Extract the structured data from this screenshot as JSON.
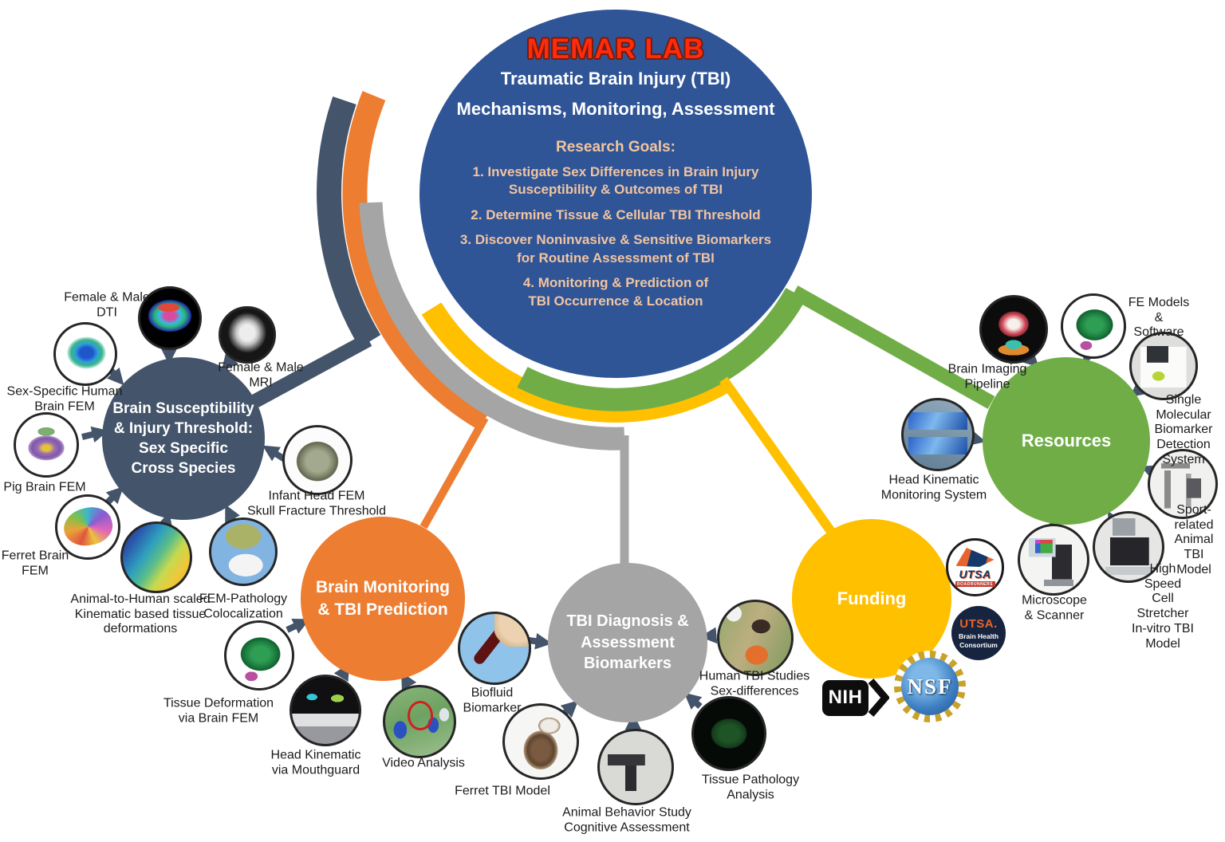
{
  "central": {
    "lab": "MEMAR LAB",
    "subtitle1": "Traumatic Brain Injury (TBI)",
    "subtitle2": "Mechanisms, Monitoring, Assessment",
    "goals_heading": "Research Goals:",
    "goal1": "1.   Investigate Sex Differences in Brain Injury\nSusceptibility &  Outcomes of TBI",
    "goal2": "2.   Determine Tissue & Cellular TBI Threshold",
    "goal3": "3.   Discover Noninvasive & Sensitive Biomarkers\nfor Routine Assessment of TBI",
    "goal4": "4.   Monitoring & Prediction of\nTBI Occurrence & Location"
  },
  "hubs": {
    "susceptibility": {
      "label": "Brain Susceptibility\n& Injury Threshold:\nSex Specific\nCross Species",
      "color": "#44546A"
    },
    "monitoring": {
      "label": "Brain Monitoring\n& TBI Prediction",
      "color": "#ED7D31"
    },
    "diagnosis": {
      "label": "TBI Diagnosis &\nAssessment\nBiomarkers",
      "color": "#A5A5A5"
    },
    "funding": {
      "label": "Funding",
      "color": "#FFC000"
    },
    "resources": {
      "label": "Resources",
      "color": "#70AD47"
    }
  },
  "satellites": {
    "dti": {
      "label": "Female & Male\nDTI",
      "icon": "dti-brain-scan-image"
    },
    "mri": {
      "label": "Female & Male\nMRI",
      "icon": "mri-brain-scan-image"
    },
    "human_fem": {
      "label": "Sex-Specific Human\nBrain FEM",
      "icon": "human-brain-fem-image"
    },
    "pig_fem": {
      "label": "Pig Brain FEM",
      "icon": "pig-brain-fem-image"
    },
    "ferret_fem": {
      "label": "Ferret Brain\nFEM",
      "icon": "ferret-brain-fem-image"
    },
    "kinematic": {
      "label": "Animal-to-Human scaled\nKinematic based tissue\ndeformations",
      "icon": "contour-plot-image"
    },
    "fem_pathology": {
      "label": "FEM-Pathology\nColocalization",
      "icon": "fem-pathology-image"
    },
    "infant_fem": {
      "label": "Infant Head FEM\nSkull Fracture Threshold",
      "icon": "infant-skull-mesh-image"
    },
    "tissue_deformation": {
      "label": "Tissue Deformation\nvia Brain FEM",
      "icon": "green-brain-fem-image"
    },
    "mouthguard": {
      "label": "Head Kinematic\nvia Mouthguard",
      "icon": "mouthguard-dashboard-image"
    },
    "video": {
      "label": "Video Analysis",
      "icon": "football-video-image"
    },
    "biofluid": {
      "label": "Biofluid\nBiomarker",
      "icon": "blood-tube-image"
    },
    "ferret_tbi": {
      "label": "Ferret TBI Model",
      "icon": "ferret-photo-image"
    },
    "behavior": {
      "label": "Animal Behavior Study\nCognitive Assessment",
      "icon": "maze-apparatus-image"
    },
    "pathology": {
      "label": "Tissue Pathology\nAnalysis",
      "icon": "fluorescent-tissue-image"
    },
    "human_tbi": {
      "label": "Human TBI Studies\nSex-differences",
      "icon": "soccer-header-image"
    },
    "pipeline": {
      "label": "Brain Imaging\nPipeline",
      "icon": "brain-segmentation-image"
    },
    "fe_models": {
      "label": "FE Models &\nSoftware",
      "icon": "green-brain-fem-image"
    },
    "detection": {
      "label": "Single Molecular\nBiomarker\nDetection System",
      "icon": "lab-analyzer-image"
    },
    "head_kinematic_system": {
      "label": "Head Kinematic\nMonitoring System",
      "icon": "blue-mouthguards-image"
    },
    "sport_model": {
      "label": "Sport-related\nAnimal TBI\nModel",
      "icon": "impact-rig-image"
    },
    "cell_stretcher": {
      "label": "High Speed Cell\nStretcher\nIn-vitro TBI Model",
      "icon": "cell-stretcher-device-image"
    },
    "microscope": {
      "label": "Microscope\n& Scanner",
      "icon": "microscope-image"
    }
  },
  "logos": {
    "nih": {
      "text": "NIH"
    },
    "nsf": {
      "text": "NSF"
    },
    "utsa_roadrunners": {
      "line1": "UTSA",
      "line2": "ROADRUNNERS"
    },
    "utsa_bhc": {
      "line1": "UTSA.",
      "line2": "Brain Health\nConsortium"
    }
  },
  "colors": {
    "central_blue": "#2F5597",
    "title_red": "#FF2B0D",
    "goal_peach": "#F2C4A0",
    "slate": "#44546A",
    "orange": "#ED7D31",
    "gray": "#A5A5A5",
    "yellow": "#FFC000",
    "green": "#70AD47"
  }
}
